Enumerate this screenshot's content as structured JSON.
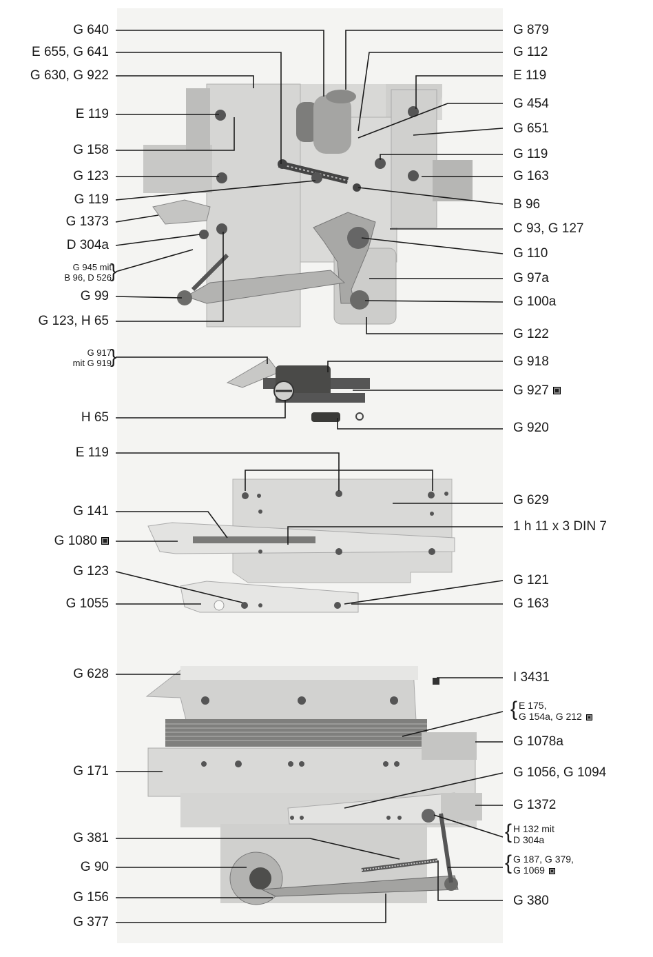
{
  "labels_left": [
    {
      "id": "l1",
      "text": "G 640"
    },
    {
      "id": "l2",
      "text": "E 655, G 641"
    },
    {
      "id": "l3",
      "text": "G 630, G 922"
    },
    {
      "id": "l4",
      "text": "E 119"
    },
    {
      "id": "l5",
      "text": "G 158"
    },
    {
      "id": "l6",
      "text": "G 123"
    },
    {
      "id": "l7",
      "text": "G 119"
    },
    {
      "id": "l8",
      "text": "G 1373"
    },
    {
      "id": "l9",
      "text": "D 304a"
    },
    {
      "id": "l10a",
      "text": "G 945 mit"
    },
    {
      "id": "l10b",
      "text": "B 96, D 526"
    },
    {
      "id": "l11",
      "text": "G 99"
    },
    {
      "id": "l12",
      "text": "G 123, H 65"
    },
    {
      "id": "l13a",
      "text": "G 917"
    },
    {
      "id": "l13b",
      "text": "mit G 919"
    },
    {
      "id": "l14",
      "text": "H 65"
    },
    {
      "id": "l15",
      "text": "E 119"
    },
    {
      "id": "l16",
      "text": "G 141"
    },
    {
      "id": "l17",
      "text": "G 1080"
    },
    {
      "id": "l18",
      "text": "G 123"
    },
    {
      "id": "l19",
      "text": "G 1055"
    },
    {
      "id": "l20",
      "text": "G 628"
    },
    {
      "id": "l21",
      "text": "G 171"
    },
    {
      "id": "l22",
      "text": "G 381"
    },
    {
      "id": "l23",
      "text": "G 90"
    },
    {
      "id": "l24",
      "text": "G 156"
    },
    {
      "id": "l25",
      "text": "G 377"
    }
  ],
  "labels_right": [
    {
      "id": "r1",
      "text": "G 879"
    },
    {
      "id": "r2",
      "text": "G 112"
    },
    {
      "id": "r3",
      "text": "E 119"
    },
    {
      "id": "r4",
      "text": "G 454"
    },
    {
      "id": "r5",
      "text": "G 651"
    },
    {
      "id": "r6",
      "text": "G 119"
    },
    {
      "id": "r7",
      "text": "G 163"
    },
    {
      "id": "r8",
      "text": "B 96"
    },
    {
      "id": "r9",
      "text": "C 93, G 127"
    },
    {
      "id": "r10",
      "text": "G 110"
    },
    {
      "id": "r11",
      "text": "G 97a"
    },
    {
      "id": "r12",
      "text": "G 100a"
    },
    {
      "id": "r13",
      "text": "G 122"
    },
    {
      "id": "r14",
      "text": "G 918"
    },
    {
      "id": "r15",
      "text": "G 927"
    },
    {
      "id": "r16",
      "text": "G 920"
    },
    {
      "id": "r17",
      "text": "G 629"
    },
    {
      "id": "r18",
      "text": "1 h 11 x 3 DIN 7"
    },
    {
      "id": "r19",
      "text": "G 121"
    },
    {
      "id": "r20",
      "text": "G 163"
    },
    {
      "id": "r21",
      "text": "I 3431"
    },
    {
      "id": "r22a",
      "text": "E 175,"
    },
    {
      "id": "r22b",
      "text": "G 154a, G 212"
    },
    {
      "id": "r23",
      "text": "G 1078a"
    },
    {
      "id": "r24",
      "text": "G 1056, G 1094"
    },
    {
      "id": "r25",
      "text": "G 1372"
    },
    {
      "id": "r26a",
      "text": "H 132 mit"
    },
    {
      "id": "r26b",
      "text": "D 304a"
    },
    {
      "id": "r27a",
      "text": "G 187, G 379,"
    },
    {
      "id": "r27b",
      "text": "G 1069"
    },
    {
      "id": "r28",
      "text": "G 380"
    }
  ],
  "colors": {
    "plate": "#d4d4d2",
    "plate_dark": "#b8b8b6",
    "metal": "#9a9a98",
    "line": "#1a1a1a"
  }
}
